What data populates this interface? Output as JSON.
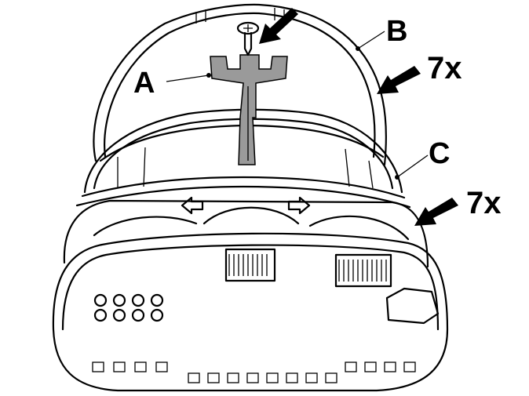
{
  "labels": {
    "a": "A",
    "b": "B",
    "c": "C",
    "count_upper": "7x",
    "count_lower": "7x"
  },
  "colors": {
    "ink": "#000000",
    "background": "#ffffff",
    "tool_fill": "#9a9a9a"
  }
}
